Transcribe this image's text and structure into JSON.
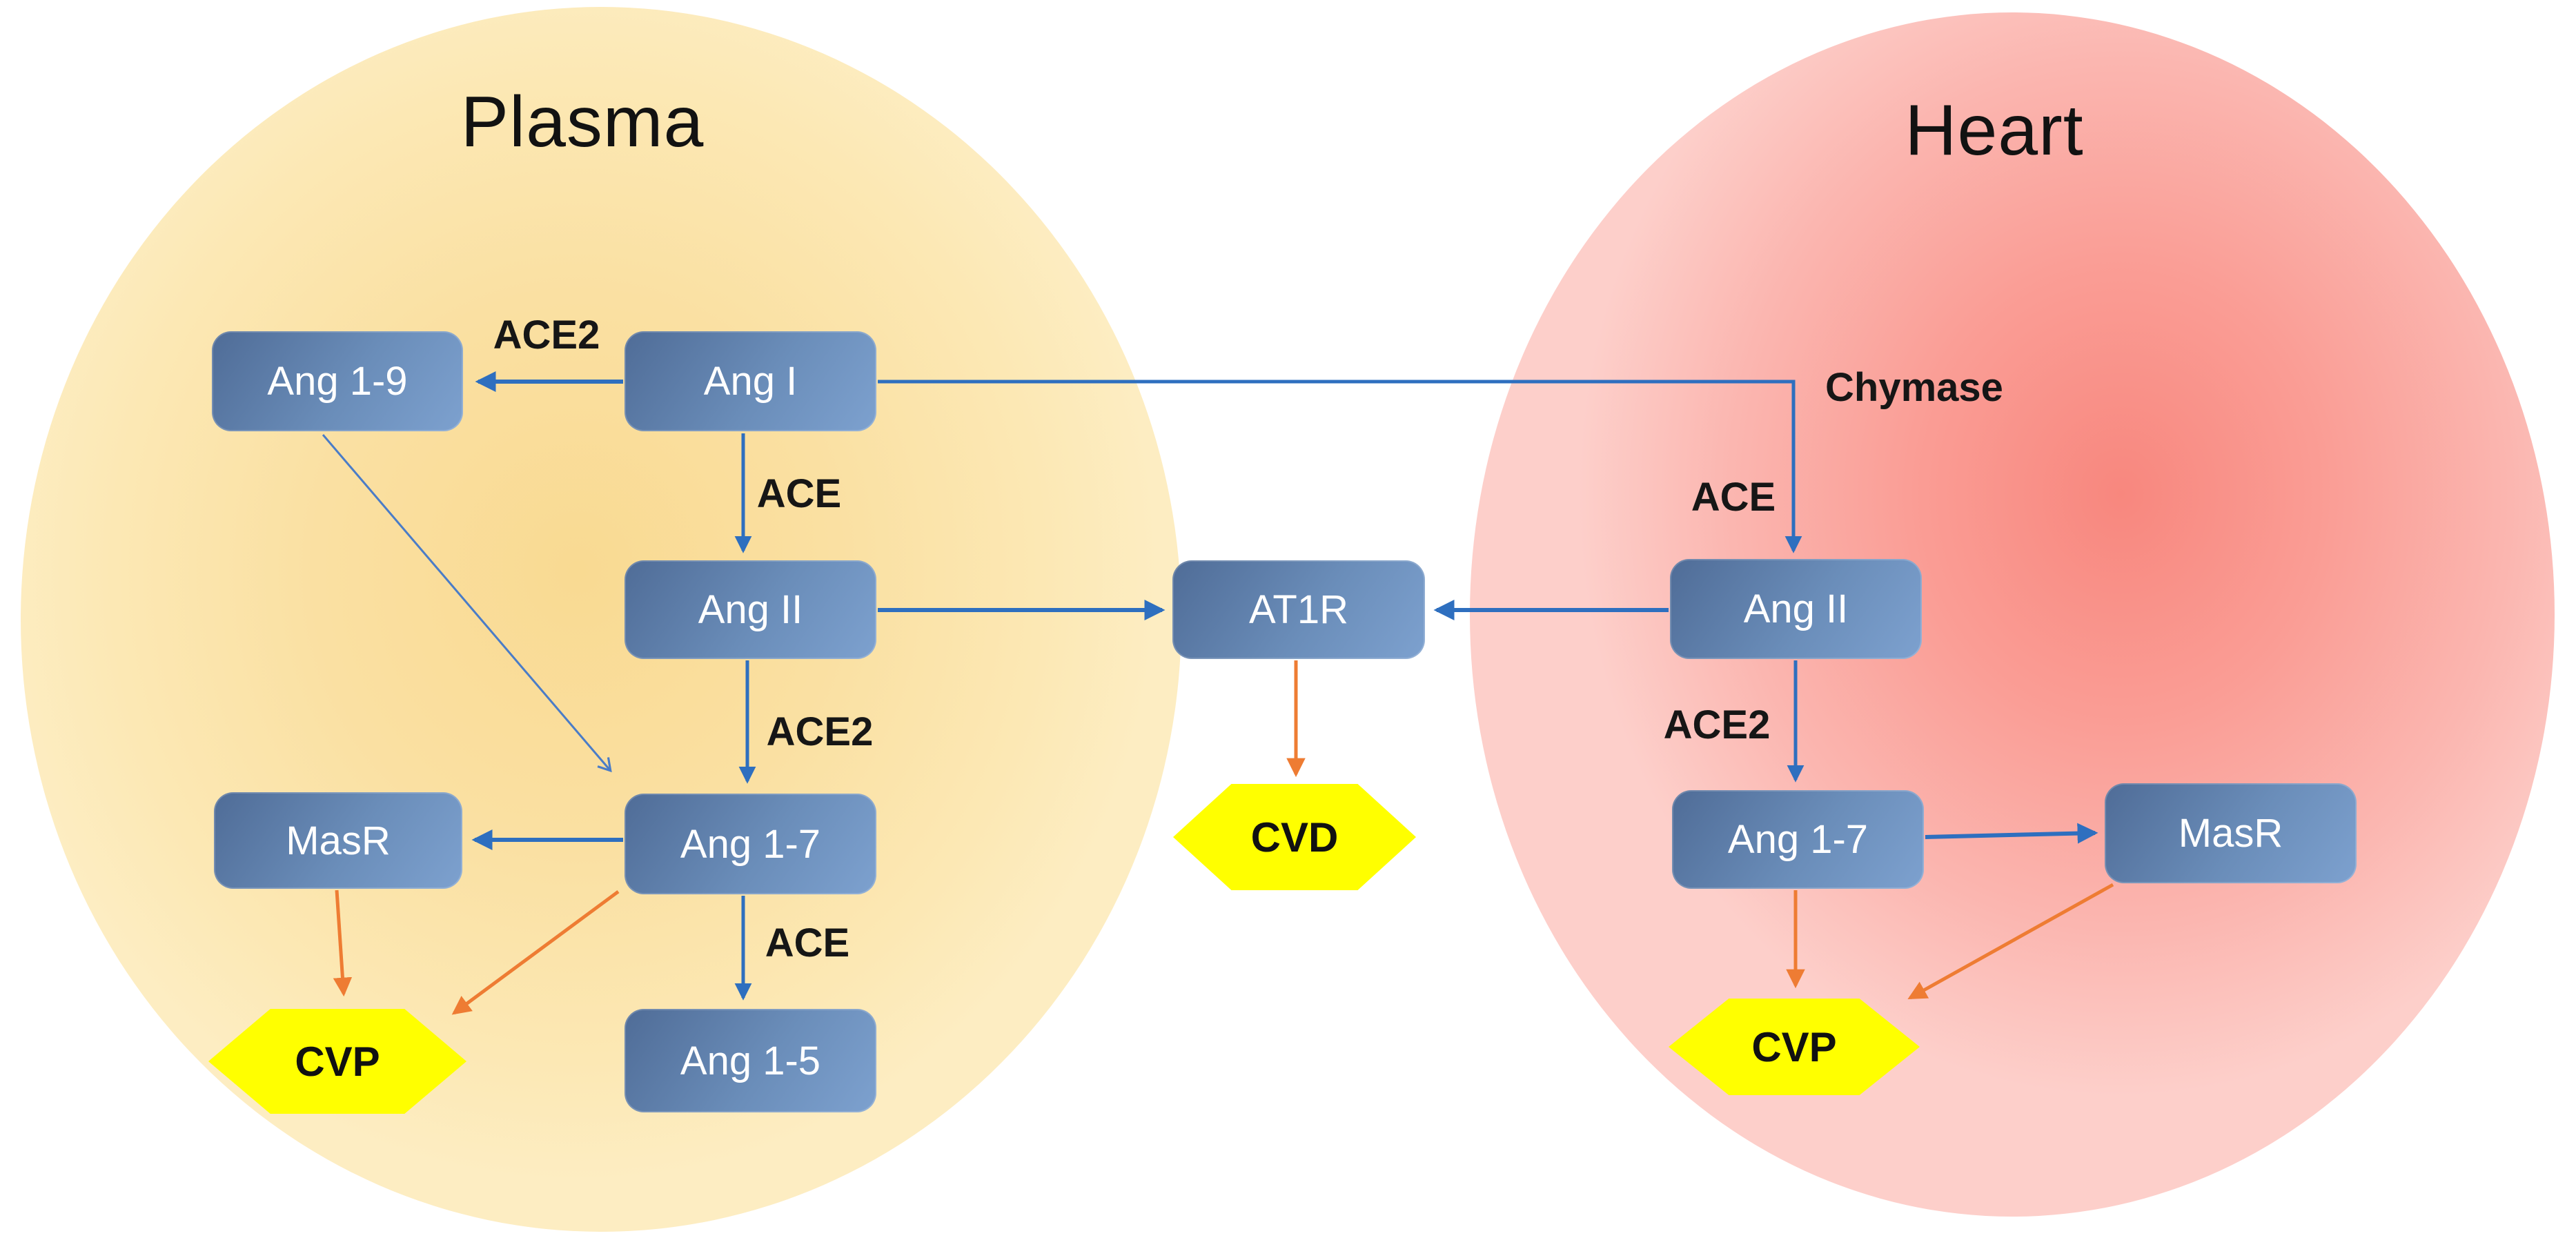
{
  "plasma": {
    "title": "Plasma",
    "nodes": {
      "ang19": "Ang 1-9",
      "ang1": "Ang I",
      "ang2": "Ang II",
      "masr": "MasR",
      "ang17": "Ang 1-7",
      "ang15": "Ang 1-5",
      "cvp": "CVP"
    },
    "enzymes": {
      "ace2_top": "ACE2",
      "ace_top": "ACE",
      "ace2_mid": "ACE2",
      "ace_bottom": "ACE"
    }
  },
  "center": {
    "nodes": {
      "at1r": "AT1R",
      "cvd": "CVD"
    }
  },
  "heart": {
    "title": "Heart",
    "nodes": {
      "ang2": "Ang II",
      "ang17": "Ang 1-7",
      "masr": "MasR",
      "cvp": "CVP"
    },
    "enzymes": {
      "chymase": "Chymase",
      "ace": "ACE",
      "ace2": "ACE2"
    }
  },
  "colors": {
    "arrow_blue": "#2e6fbf",
    "arrow_thin_blue": "#4a7cc7",
    "arrow_orange": "#ee7c33",
    "node_gradient_start": "#4f6c97",
    "node_gradient_end": "#7da1cf",
    "node_text": "#ffffff",
    "outcome_yellow": "#ffff00",
    "plasma_ellipse": "#fae0a2",
    "heart_ellipse": "#fa9d95"
  }
}
